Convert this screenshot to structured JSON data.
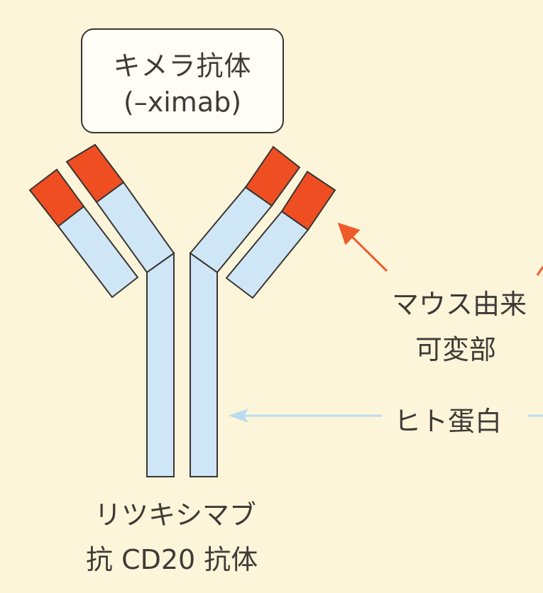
{
  "title": {
    "line1": "キメラ抗体",
    "line2": "(–ximab)"
  },
  "labels": {
    "mouse_variable_line1": "マウス由来",
    "mouse_variable_line2": "可変部",
    "human_protein": "ヒト蛋白",
    "drug_name": "リツキシマブ",
    "drug_target": "抗 CD20 抗体"
  },
  "colors": {
    "background": "#fdf5d9",
    "human_region": "#cfe6f6",
    "mouse_region": "#ef4e22",
    "outline": "#3a3532",
    "mouse_arrow": "#ef5a2a",
    "human_arrow": "#b9dcf2"
  }
}
